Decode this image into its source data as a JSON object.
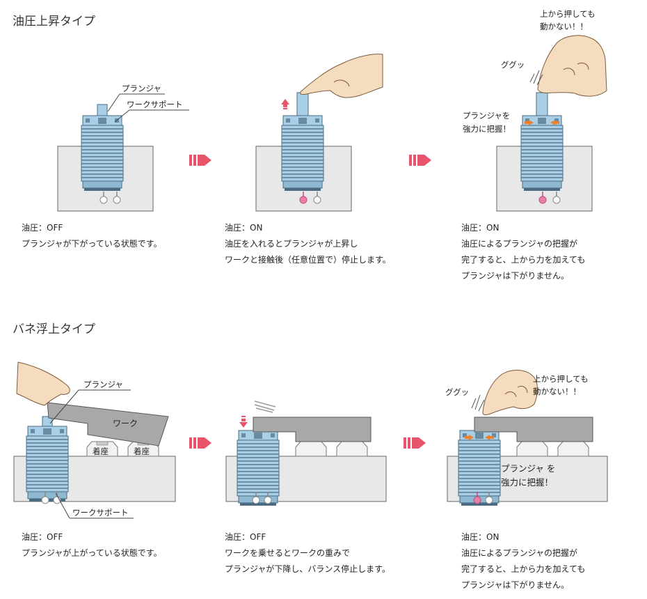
{
  "sections": [
    {
      "title": "油圧上昇タイプ",
      "steps": [
        {
          "status": "油圧：OFF",
          "lines": [
            "プランジャが下がっている状態です。"
          ]
        },
        {
          "status": "油圧：ON",
          "lines": [
            "油圧を入れるとプランジャが上昇し",
            "ワークと接触後（任意位置で）停止します。"
          ]
        },
        {
          "status": "油圧：ON",
          "lines": [
            "油圧によるプランジャの把握が",
            "完了すると、上から力を加えても",
            "プランジャは下がりません。"
          ]
        }
      ]
    },
    {
      "title": "バネ浮上タイプ",
      "steps": [
        {
          "status": "油圧：OFF",
          "lines": [
            "プランジャが上がっている状態です。"
          ]
        },
        {
          "status": "油圧：OFF",
          "lines": [
            "ワークを乗せるとワークの重みで",
            "プランジャが下降し、バランス停止します。"
          ]
        },
        {
          "status": "油圧：ON",
          "lines": [
            "油圧によるプランジャの把握が",
            "完了すると、上から力を加えても",
            "プランジャは下がりません。"
          ]
        }
      ]
    }
  ],
  "labels": {
    "plunger": "プランジャ",
    "work_support": "ワークサポート",
    "guggu": "ググッ",
    "push_line1": "上から押しても",
    "push_line2": "動かない！！",
    "grip_line1": "プランジャを",
    "grip_line2": "強力に把握！",
    "grip2_line1": "プランジャ を",
    "grip2_line2": "強力に把握！",
    "work": "ワーク",
    "seat": "着座"
  },
  "colors": {
    "body_blue": "#a9cfe6",
    "body_stroke": "#4a6b82",
    "base_gray": "#e8e8e8",
    "work_gray": "#a8a8a8",
    "arrow_red": "#e8556a",
    "hand_skin": "#f6dcbf",
    "pink_port": "#e87fa6",
    "orange_grip": "#f08030"
  }
}
